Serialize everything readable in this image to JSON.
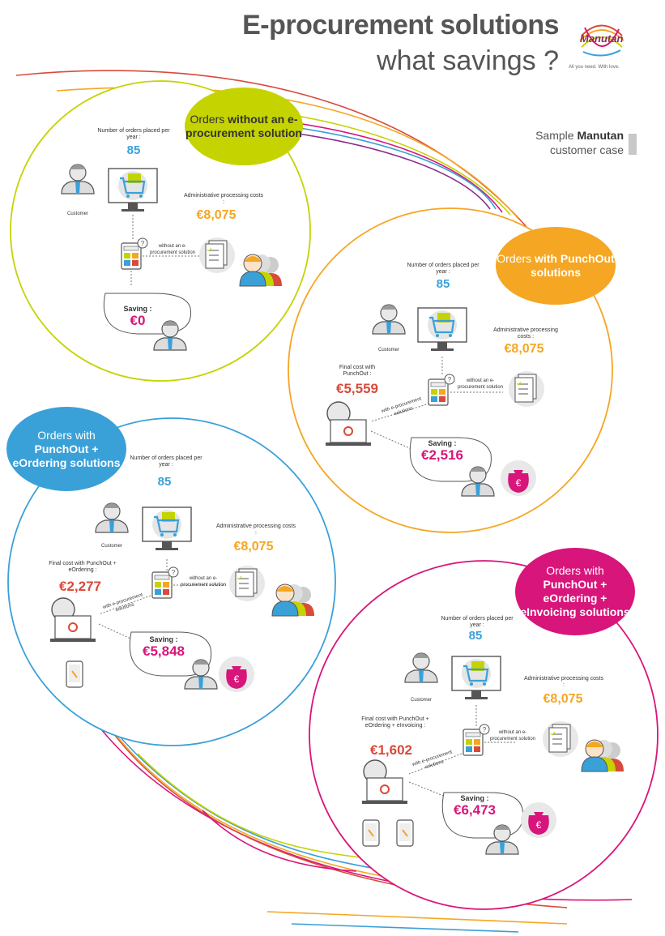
{
  "header": {
    "title_line1": "E-procurement solutions",
    "title_line2": "what savings ?",
    "logo_name": "Manutan",
    "logo_tagline": "All you need. With love.",
    "sample_prefix": "Sample ",
    "sample_brand": "Manutan",
    "sample_suffix": "customer case"
  },
  "colors": {
    "green": "#c5d300",
    "orange": "#f5a623",
    "blue": "#3aa0d8",
    "pink": "#d8157a",
    "red": "#d84a3a"
  },
  "labels": {
    "orders_count_label": "Number of orders placed per year :",
    "customer": "Customer",
    "admin_costs": "Administrative processing costs :",
    "without": "without an e-procurement solution",
    "with": "with e-procurement solutions",
    "saving": "Saving :"
  },
  "scenario1": {
    "heading_pre": "Orders ",
    "heading_bold": "without an e-procurement solution",
    "orders": "85",
    "admin": "€8,075",
    "saving": "€0"
  },
  "scenario2": {
    "heading_pre": "Orders ",
    "heading_bold": "with PunchOut solutions",
    "orders": "85",
    "admin": "€8,075",
    "final_label": "Final cost with PunchOut :",
    "final": "€5,559",
    "saving": "€2,516"
  },
  "scenario3": {
    "heading_pre": "Orders with",
    "heading_bold": "PunchOut + eOrdering solutions",
    "orders": "85",
    "admin": "€8,075",
    "final_label": "Final cost with PunchOut + eOrdering :",
    "final": "€2,277",
    "saving": "€5,848"
  },
  "scenario4": {
    "heading_pre": "Orders with",
    "heading_bold": "PunchOut + eOrdering + eInvoicing solutions",
    "orders": "85",
    "admin": "€8,075",
    "final_label": "Final cost with PunchOut + eOrdering + eInvoicing :",
    "final": "€1,602",
    "saving": "€6,473"
  }
}
